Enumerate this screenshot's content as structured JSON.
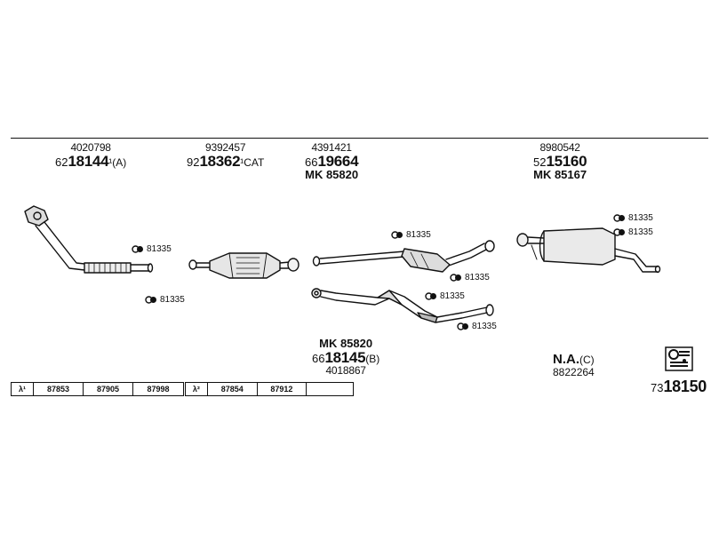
{
  "refs": {
    "r1": {
      "code": "4020798",
      "pre": "62",
      "bold": "18144",
      "suffix": "¹(A)"
    },
    "r2": {
      "code": "9392457",
      "pre": "92",
      "bold": "18362",
      "suffix": "¹CAT"
    },
    "r3": {
      "code": "4391421",
      "pre": "66",
      "bold": "19664",
      "mk": "MK 85820"
    },
    "r4": {
      "code": "8980542",
      "pre": "52",
      "bold": "15160",
      "mk": "MK 85167"
    },
    "r5": {
      "mk": "MK 85820",
      "pre": "66",
      "bold": "18145",
      "suffix": "(B)",
      "code": "4018867"
    }
  },
  "na": {
    "label": "N.A.",
    "suffix": "(C)",
    "code": "8822264"
  },
  "final": {
    "pre": "73",
    "bold": "18150"
  },
  "clamp_label": "81335",
  "lambda1": {
    "label": "λ¹",
    "values": [
      "87853",
      "87905",
      "87998"
    ]
  },
  "lambda2": {
    "label": "λ²",
    "values": [
      "87854",
      "87912",
      ""
    ]
  }
}
